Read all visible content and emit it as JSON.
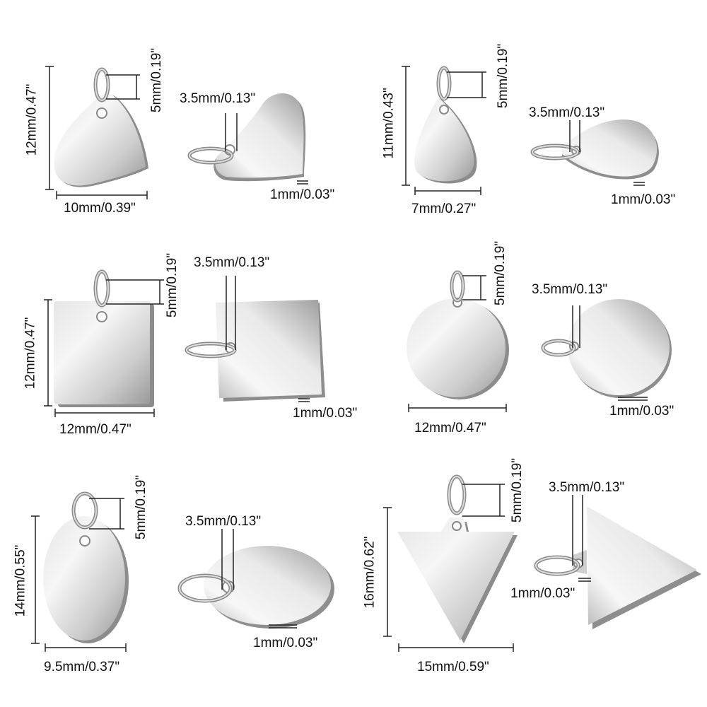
{
  "colors": {
    "background": "#ffffff",
    "metal_light": "#f2f2f2",
    "metal_mid": "#c8c8c8",
    "metal_dark": "#8f8f8f",
    "line": "#222222",
    "text": "#111111"
  },
  "pendants": [
    {
      "shape": "heart",
      "front": {
        "height": "12mm/0.47\"",
        "width": "10mm/0.39\"",
        "ring": "5mm/0.19\""
      },
      "side": {
        "hole": "3.5mm/0.13\"",
        "thickness": "1mm/0.03\""
      }
    },
    {
      "shape": "teardrop",
      "front": {
        "height": "11mm/0.43\"",
        "width": "7mm/0.27\"",
        "ring": "5mm/0.19\""
      },
      "side": {
        "hole": "3.5mm/0.13\"",
        "thickness": "1mm/0.03\""
      }
    },
    {
      "shape": "square",
      "front": {
        "height": "12mm/0.47\"",
        "width": "12mm/0.47\"",
        "ring": "5mm/0.19\""
      },
      "side": {
        "hole": "3.5mm/0.13\"",
        "thickness": "1mm/0.03\""
      }
    },
    {
      "shape": "circle",
      "front": {
        "width": "12mm/0.47\"",
        "ring": "5mm/0.19\""
      },
      "side": {
        "hole": "3.5mm/0.13\"",
        "thickness": "1mm/0.03\""
      }
    },
    {
      "shape": "oval",
      "front": {
        "height": "14mm/0.55\"",
        "width": "9.5mm/0.37\"",
        "ring": "5mm/0.19\""
      },
      "side": {
        "hole": "3.5mm/0.13\"",
        "thickness": "1mm/0.03\""
      }
    },
    {
      "shape": "triangle",
      "front": {
        "height": "16mm/0.62\"",
        "width": "15mm/0.59\"",
        "ring": "5mm/0.19\""
      },
      "side": {
        "hole": "3.5mm/0.13\"",
        "thickness": "1mm/0.03\""
      }
    }
  ]
}
